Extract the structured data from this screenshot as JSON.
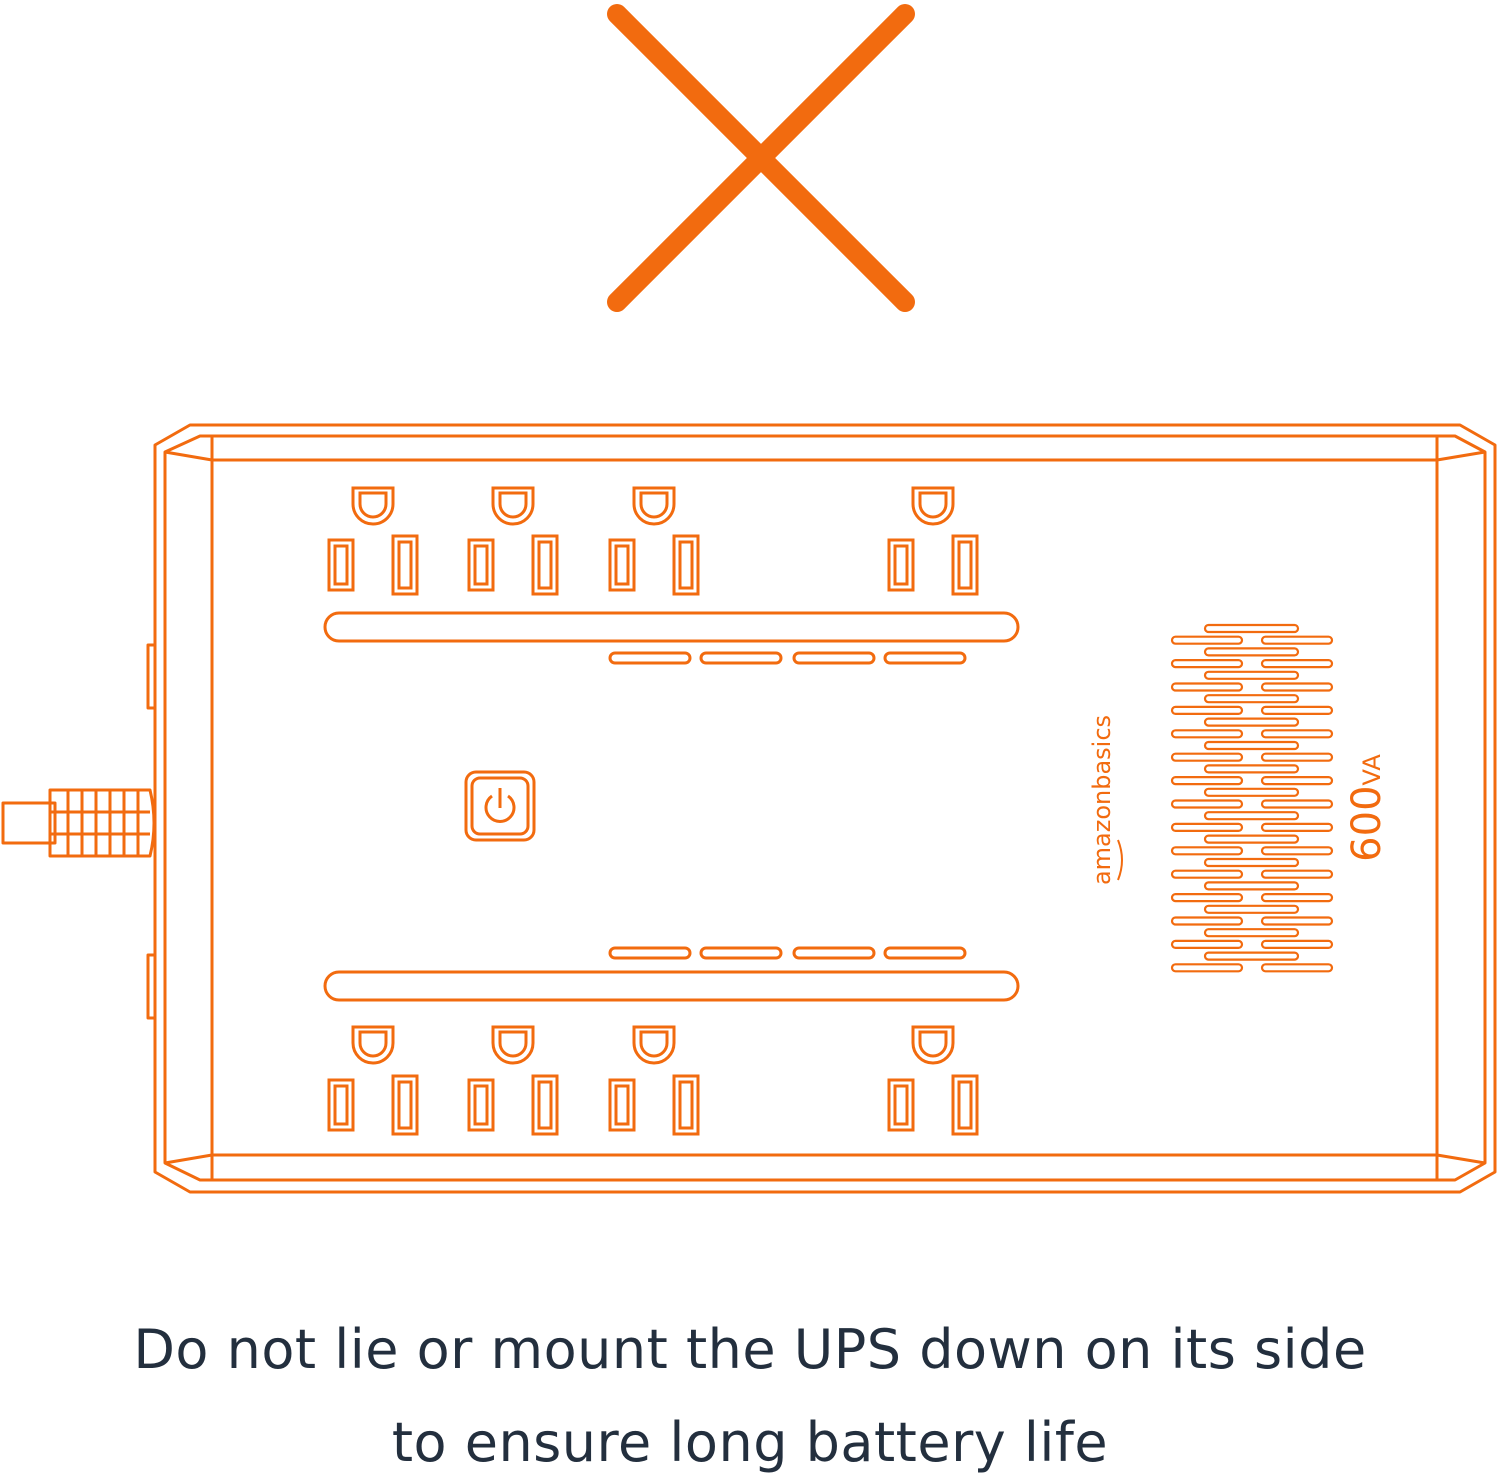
{
  "caption": {
    "line1": "Do not lie or mount the UPS down on its side",
    "line2": "to ensure long battery life"
  },
  "device": {
    "brand": "amazonbasics",
    "rating_value": "600",
    "rating_unit": "VA"
  },
  "icons": [
    "prohibited-x-icon",
    "power-button-icon",
    "power-cord-icon"
  ],
  "colors": {
    "accent": "#f26b0f",
    "text": "#232f3e",
    "background": "#ffffff"
  }
}
